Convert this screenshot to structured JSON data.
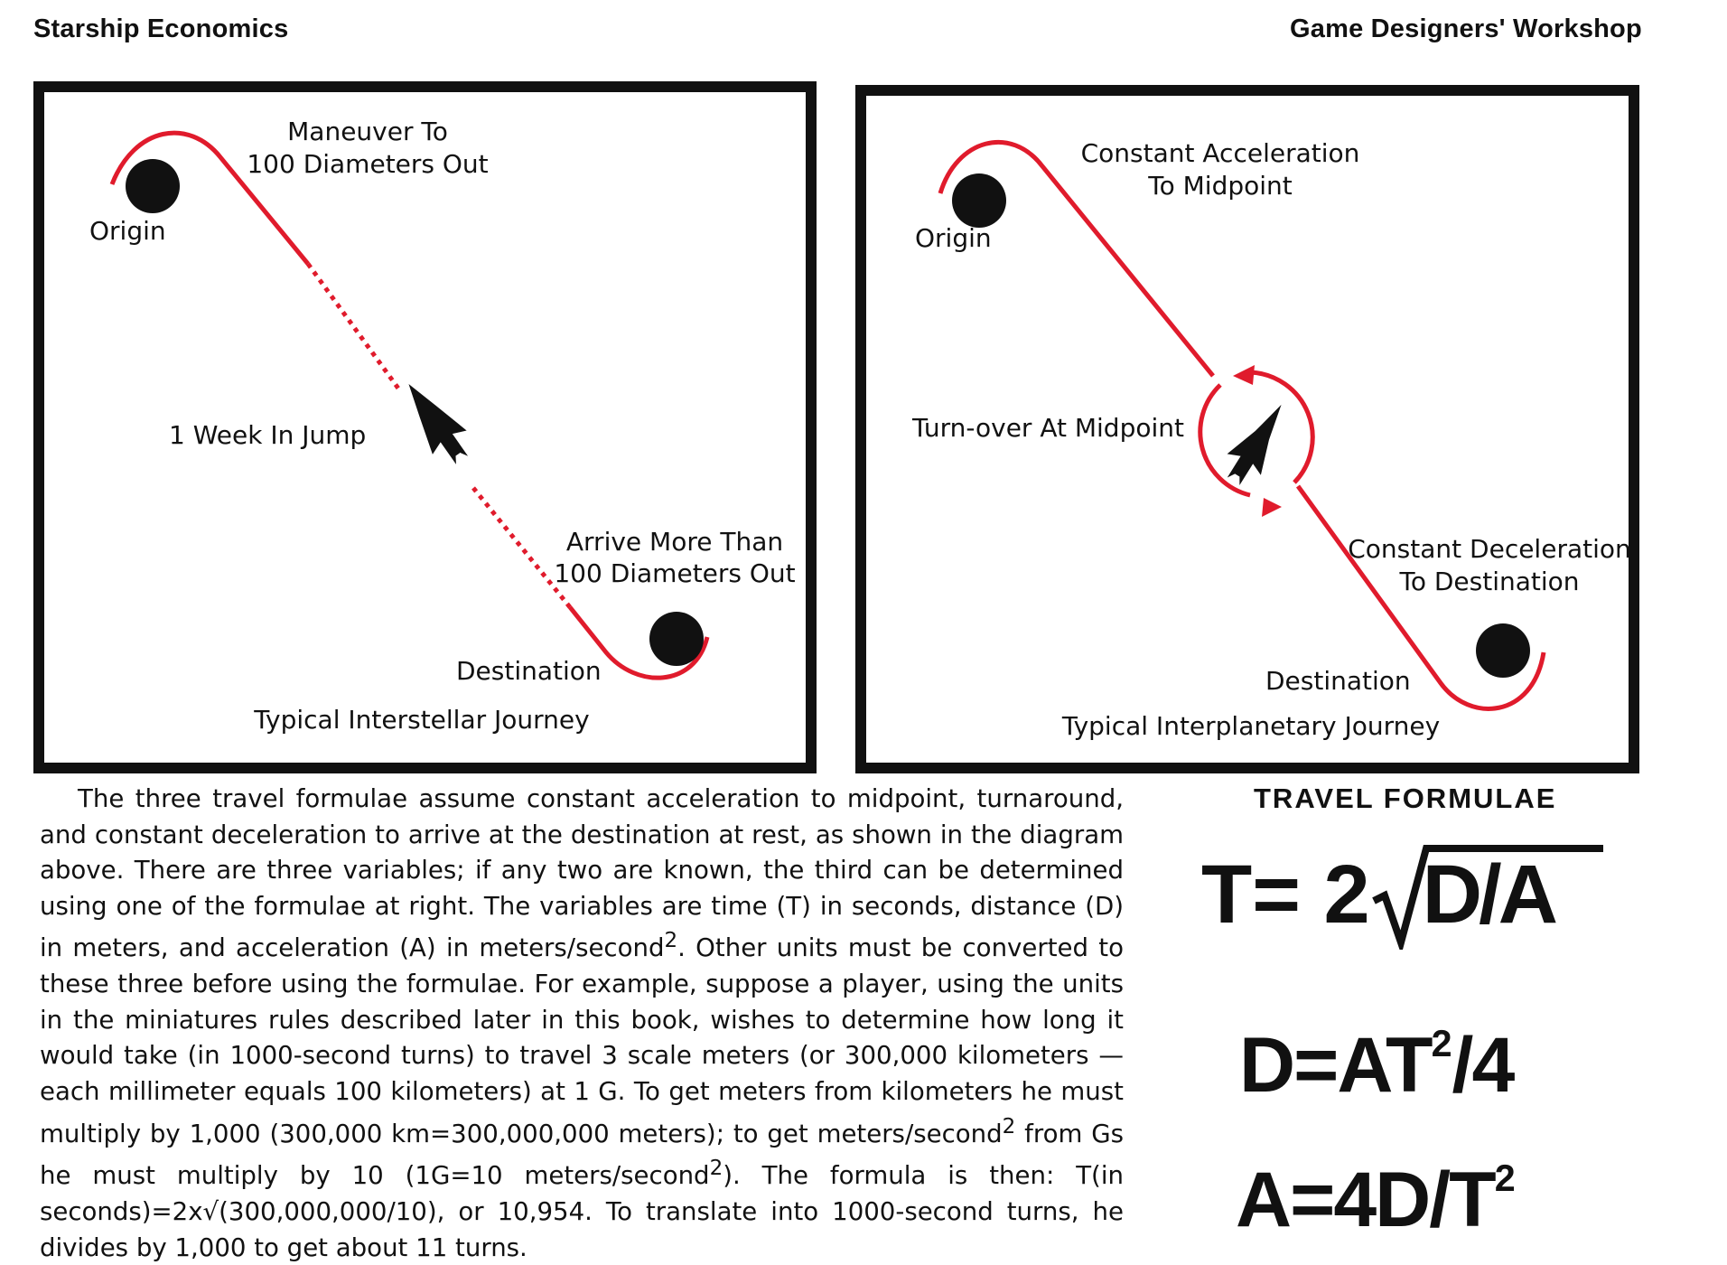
{
  "header": {
    "left": "Starship Economics",
    "right": "Game Designers' Workshop"
  },
  "diagrams": {
    "interstellar": {
      "maneuver_line1": "Maneuver To",
      "maneuver_line2": "100 Diameters Out",
      "origin": "Origin",
      "jump": "1 Week In Jump",
      "arrive_line1": "Arrive More Than",
      "arrive_line2": "100 Diameters Out",
      "destination": "Destination",
      "caption": "Typical Interstellar Journey"
    },
    "interplanetary": {
      "accel_line1": "Constant Acceleration",
      "accel_line2": "To Midpoint",
      "origin": "Origin",
      "turnover": "Turn-over At Midpoint",
      "decel_line1": "Constant Deceleration",
      "decel_line2": "To Destination",
      "destination": "Destination",
      "caption": "Typical Interplanetary Journey"
    },
    "colors": {
      "path": "#e01b2c",
      "ink": "#111111"
    }
  },
  "body": {
    "p1": "The three travel formulae assume constant acceleration to midpoint, turnaround, and constant deceleration to arrive at the destination at rest, as shown in the diagram above. There are three variables; if any two are known, the third can be determined using one of the formulae at right. The variables are time (T) in seconds, distance (D) in meters, and acceleration (A) in meters/second",
    "sq1": "2",
    "p2": ". Other units must be converted to these three before using the formulae. For example, suppose a player, using the units in the miniatures rules described later in this book, wishes to determine how long it would take (in 1000-second turns) to travel 3 scale meters (or 300,000 kilometers — each millimeter equals 100 kilometers) at 1 G. To get meters from kilometers he must multiply by 1,000 (300,000 km=300,000,000 meters); to get meters/second",
    "sq2": "2",
    "p3": " from Gs he must multiply by 10 (1G=10 meters/second",
    "sq3": "2",
    "p4": "). The formula is then: T(in seconds)=2x√(300,000,000/10), or 10,954. To translate into 1000-second turns, he divides by 1,000 to get about 11 turns."
  },
  "formulae": {
    "title": "TRAVEL FORMULAE",
    "f1_lhs": "T= 2",
    "f1_radicand": "D/A",
    "f2_main": "D=AT",
    "f2_exp": "2",
    "f2_tail": "/4",
    "f3_main": "A=4D/T",
    "f3_exp": "2"
  }
}
